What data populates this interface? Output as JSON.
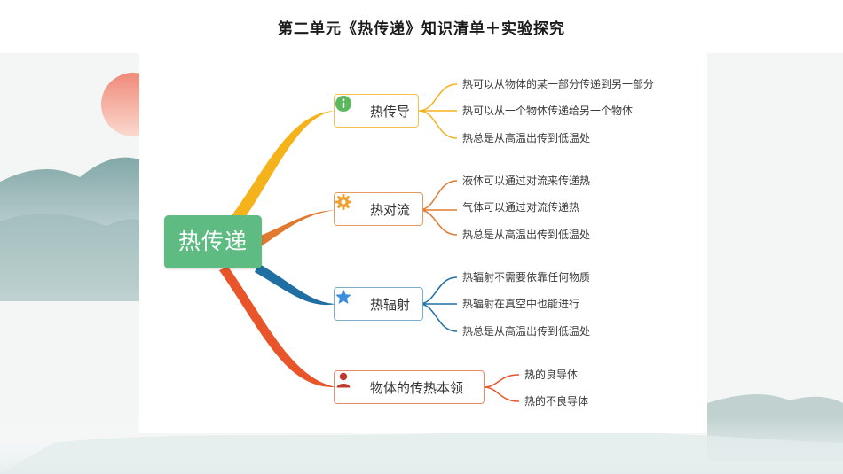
{
  "page": {
    "title": "第二单元《热传递》知识清单＋实验探究"
  },
  "mindmap": {
    "root": "热传递",
    "branches": [
      {
        "label": "热传导",
        "icon": "info-icon",
        "color": "#f5b31b",
        "leaves": [
          "热可以从物体的某一部分传递到另一部分",
          "热可以从一个物体传递给另一个物体",
          "热总是从高温出传到低温处"
        ]
      },
      {
        "label": "热对流",
        "icon": "gear-icon",
        "color": "#e07a2f",
        "leaves": [
          "液体可以通过对流来传递热",
          "气体可以通过对流传递热",
          "热总是从高温出传到低温处"
        ]
      },
      {
        "label": "热辐射",
        "icon": "star-icon",
        "color": "#1f6fa3",
        "leaves": [
          "热辐射不需要依靠任何物质",
          "热辐射在真空中也能进行",
          "热总是从高温出传到低温处"
        ]
      },
      {
        "label": "物体的传热本领",
        "icon": "person-icon",
        "color": "#e8552a",
        "leaves": [
          "热的良导体",
          "热的不良导体"
        ]
      }
    ]
  }
}
